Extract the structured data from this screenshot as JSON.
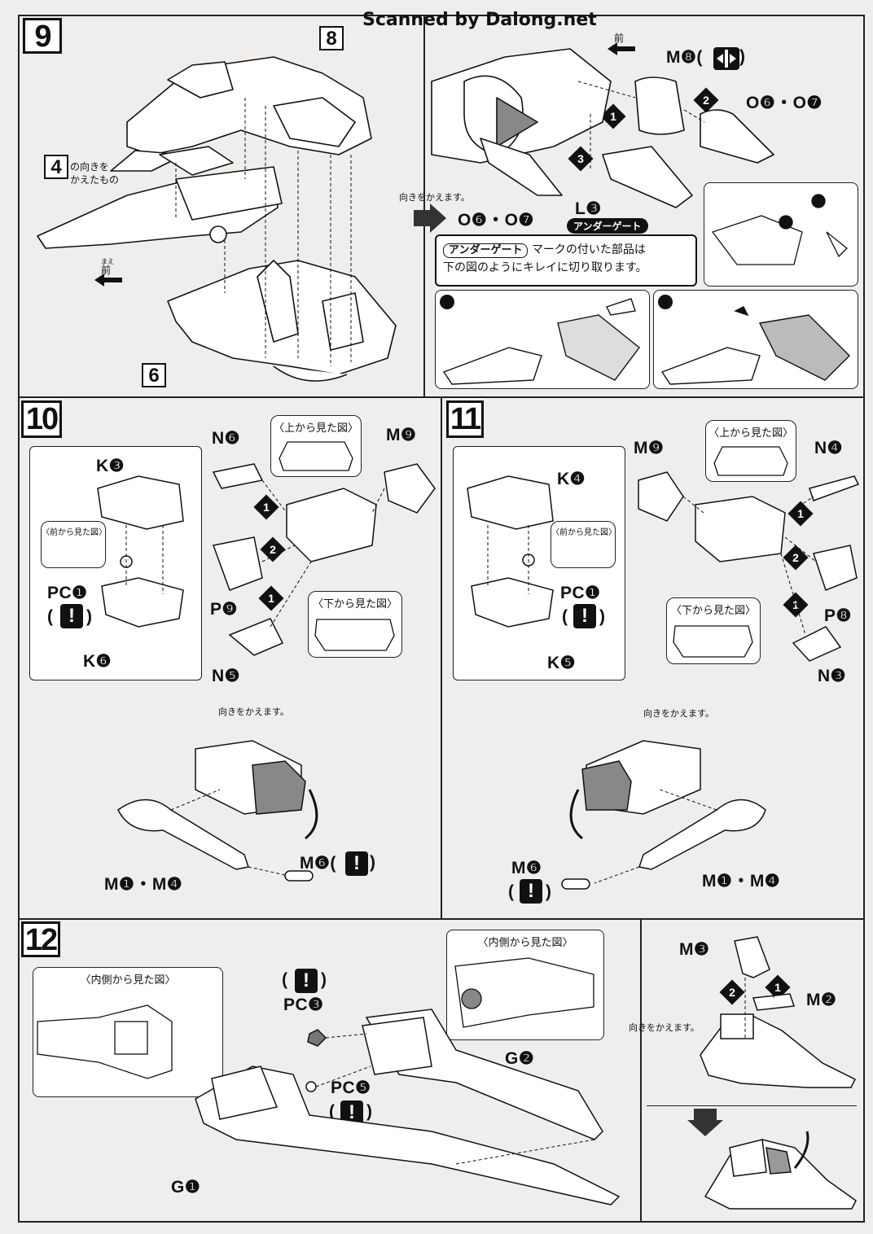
{
  "watermark": "Scanned by Dalong.net",
  "steps": {
    "s9": "9",
    "s10": "10",
    "s11": "11",
    "s12": "12"
  },
  "step9": {
    "box_8": "8",
    "box_4": "4",
    "box_6": "6",
    "label_4_note_line1": "の向きを",
    "label_4_note_line2": "かえたもの",
    "front_small": "前",
    "front_ruby": "まえ",
    "front_top": "前",
    "m8_label": "M❽(",
    "m8_close": ")",
    "o6o7_right": "O❻・O❼",
    "o6o7_left": "O❻・O❼",
    "l3_label": "L❸",
    "turn_note": "向きをかえます。",
    "undergate_tag": "アンダーゲート",
    "notice_line1_mark": "アンダーゲート",
    "notice_line1": "マークの付いた部品は",
    "notice_line2": "下の図のようにキレイに切り取ります。",
    "n1": "1",
    "n2": "2",
    "n3": "3"
  },
  "step10": {
    "n6": "N❻",
    "m9": "M❾",
    "k3": "K❸",
    "k6": "K❻",
    "p9": "P❾",
    "n5": "N❺",
    "pcj": "PC❶",
    "pcj_paren_open": "(",
    "pcj_paren_close": ")",
    "view_top": "〈上から見た図〉",
    "view_front": "〈前から見た図〉",
    "view_bottom": "〈下から見た図〉",
    "turn_note": "向きをかえます。",
    "m1m4": "M❶・M❹",
    "m6": "M❻(",
    "m6_close": ")"
  },
  "step11": {
    "m9": "M❾",
    "k4": "K❹",
    "n4": "N❹",
    "p8": "P❽",
    "k5": "K❺",
    "n3": "N❸",
    "pcj": "PC❶",
    "view_top": "〈上から見た図〉",
    "view_front": "〈前から見た図〉",
    "view_bottom": "〈下から見た図〉",
    "turn_note": "向きをかえます。",
    "m1m4": "M❶・M❹",
    "m6": "M❻"
  },
  "step12": {
    "view_inside_left": "〈内側から見た図〉",
    "view_inside_right": "〈内側から見た図〉",
    "pcc": "PC❸",
    "pce": "PC❺",
    "g1": "G❶",
    "g2": "G❷",
    "m3": "M❸",
    "m2": "M❷",
    "turn_note": "向きをかえます。"
  },
  "warning_mark": "!"
}
